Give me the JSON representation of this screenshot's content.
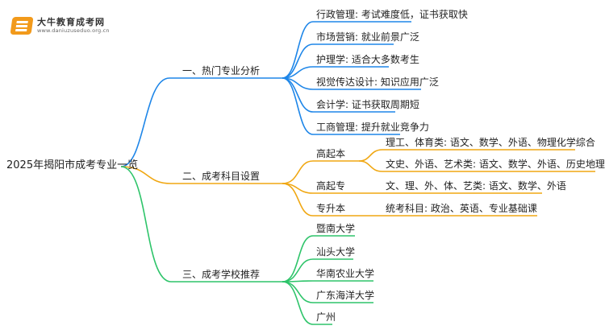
{
  "logo": {
    "name": "大牛教育成考网",
    "url": "www.daniuzuseduo.org.cn"
  },
  "root": "2025年揭阳市成考专业一览",
  "branches": {
    "hot": {
      "label": "一、热门专业分析",
      "color": "#1e86e8",
      "items": [
        "行政管理: 考试难度低，证书获取快",
        "市场营销: 就业前景广泛",
        "护理学: 适合大多数考生",
        "视觉传达设计: 知识应用广泛",
        "会计学: 证书获取周期短",
        "工商管理: 提升就业竞争力"
      ]
    },
    "subjects": {
      "label": "二、成考科目设置",
      "color": "#f0a712",
      "gqb": {
        "label": "高起本",
        "items": [
          "理工、体育类: 语文、数学、外语、物理化学综合",
          "文史、外语、艺术类: 语文、数学、外语、历史地理综合"
        ]
      },
      "gqz": {
        "label": "高起专",
        "item": "文、理、外、体、艺类: 语文、数学、外语"
      },
      "zsb": {
        "label": "专升本",
        "item": "统考科目: 政治、英语、专业基础课"
      }
    },
    "schools": {
      "label": "三、成考学校推荐",
      "color": "#2ec46a",
      "items": [
        "暨南大学",
        "汕头大学",
        "华南农业大学",
        "广东海洋大学",
        "广州"
      ]
    }
  }
}
